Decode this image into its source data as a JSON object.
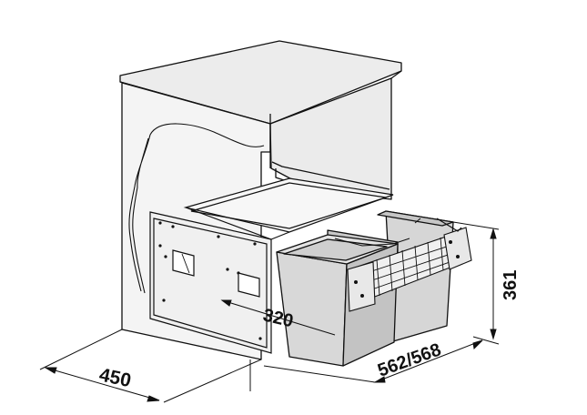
{
  "dimensions": {
    "width": "450",
    "depth": "562/568",
    "height": "361",
    "inner": "320"
  },
  "colors": {
    "cabinet_fill": "#f2f2f2",
    "cabinet_top": "#e6e6e6",
    "bin_fill": "#d8d8d8",
    "bin_dark": "#b9b9b9",
    "line": "#111111"
  }
}
